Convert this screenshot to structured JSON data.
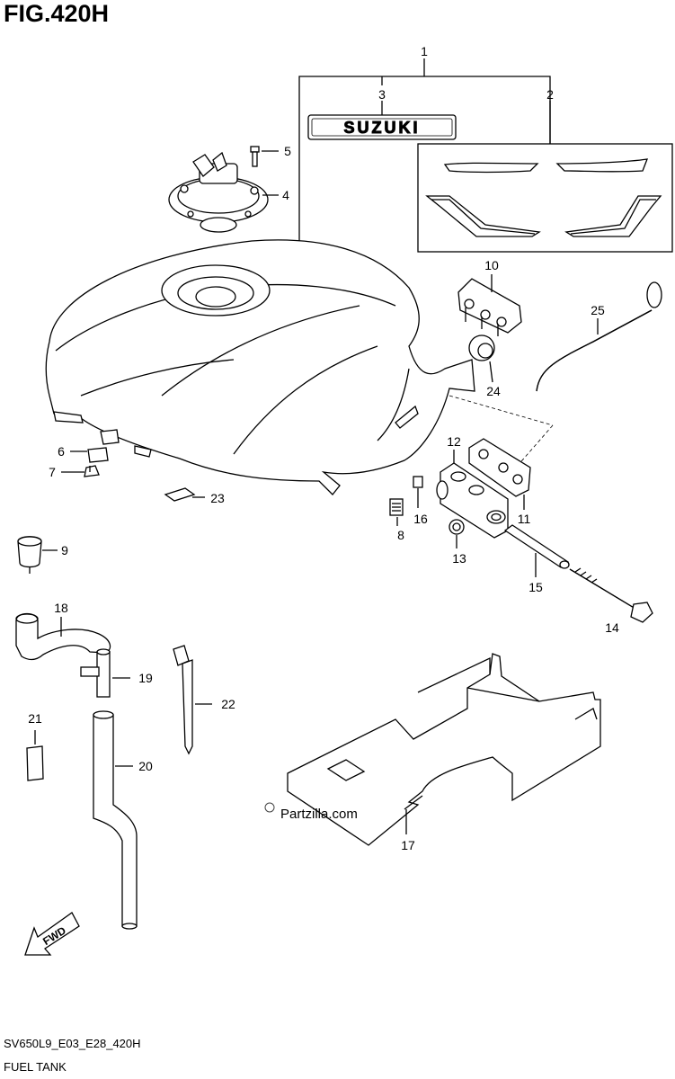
{
  "figure": {
    "title": "FIG.420H",
    "code": "SV650L9_E03_E28_420H",
    "name": "FUEL TANK",
    "watermark": "Partzilla.com",
    "fwd_label": "FWD",
    "emblem_text": "SUZUKI"
  },
  "callouts": {
    "c1": "1",
    "c2": "2",
    "c3": "3",
    "c4": "4",
    "c5": "5",
    "c6": "6",
    "c7": "7",
    "c8": "8",
    "c9": "9",
    "c10": "10",
    "c11": "11",
    "c12": "12",
    "c13": "13",
    "c14": "14",
    "c15": "15",
    "c16": "16",
    "c17": "17",
    "c18": "18",
    "c19": "19",
    "c20": "20",
    "c21": "21",
    "c22": "22",
    "c23": "23",
    "c24": "24",
    "c25": "25"
  }
}
